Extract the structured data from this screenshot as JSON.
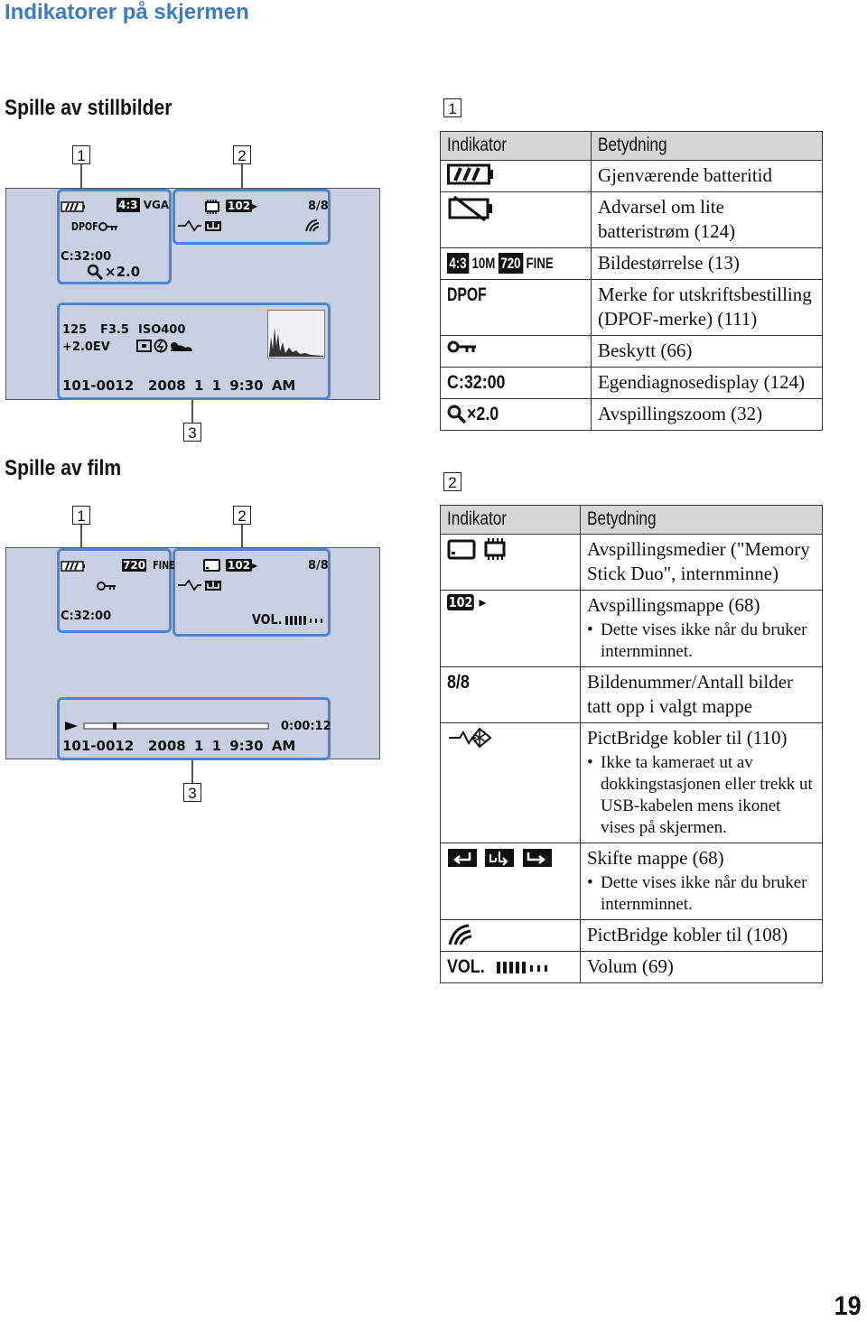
{
  "page": {
    "title": "Indikatorer på skjermen",
    "number": "19"
  },
  "stills": {
    "heading": "Spille av stillbilder",
    "labels": [
      "1",
      "2",
      "3"
    ],
    "screen": {
      "batt_size": "4:3",
      "size": "VGA",
      "dpof": "DPOF",
      "selfdiag": "C:32:00",
      "zoom": "×2.0",
      "folder": "102",
      "count": "8/8",
      "shutter": "125",
      "fnum": "F3.5",
      "iso": "ISO400",
      "ev": "+2.0EV",
      "fileno": "101-0012",
      "date": "2008 1 1 9:30 AM"
    }
  },
  "movie": {
    "heading": "Spille av film",
    "labels": [
      "1",
      "2",
      "3"
    ],
    "screen": {
      "size": "720",
      "quality": "FINE",
      "selfdiag": "C:32:00",
      "folder": "102",
      "count": "8/8",
      "vol": "VOL.",
      "time": "0:00:12",
      "fileno": "101-0012",
      "date": "2008 1 1 9:30 AM"
    }
  },
  "table1": {
    "label": "1",
    "header": {
      "c1": "Indikator",
      "c2": "Betydning"
    },
    "rows": [
      {
        "ind": "",
        "meaning": "Gjenværende batteritid",
        "icon": "battery-icon"
      },
      {
        "ind": "",
        "meaning": "Advarsel om lite batteristrøm (124)",
        "icon": "battery-warning-icon"
      },
      {
        "ind": "",
        "meaning": "Bildestørrelse (13)",
        "icon": "image-size-icon",
        "text_parts": [
          "4:3",
          "10M",
          "720",
          "FINE"
        ]
      },
      {
        "ind": "DPOF",
        "meaning": "Merke for utskriftsbestilling (DPOF-merke) (111)"
      },
      {
        "ind": "",
        "meaning": "Beskytt (66)",
        "icon": "protect-key-icon"
      },
      {
        "ind": "C:32:00",
        "meaning": "Egendiagnosedisplay (124)"
      },
      {
        "ind": "×2.0",
        "meaning": "Avspillingszoom (32)",
        "icon": "zoom-icon"
      }
    ]
  },
  "table2": {
    "label": "2",
    "header": {
      "c1": "Indikator",
      "c2": "Betydning"
    },
    "rows": [
      {
        "meaning": "Avspillingsmedier (\"Memory Stick Duo\", internminne)",
        "icon": "media-icon"
      },
      {
        "meaning": "Avspillingsmappe (68)",
        "note": "Dette vises ikke når du bruker internminnet.",
        "icon": "folder-icon",
        "ind": "102"
      },
      {
        "ind": "8/8",
        "meaning": "Bildenummer/Antall bilder tatt opp i valgt mappe"
      },
      {
        "meaning": "PictBridge kobler til (110)",
        "note": "Ikke ta kameraet ut av dokkingstasjonen eller trekk ut USB-kabelen mens ikonet vises på skjermen.",
        "icon": "pictbridge-connecting-icon"
      },
      {
        "meaning": "Skifte mappe (68)",
        "note": "Dette vises ikke når du bruker internminnet.",
        "icon": "change-folder-icon"
      },
      {
        "meaning": "PictBridge kobler til (108)",
        "icon": "pictbridge-icon"
      },
      {
        "ind": "VOL.",
        "meaning": "Volum (69)",
        "icon": "volume-icon"
      }
    ]
  }
}
